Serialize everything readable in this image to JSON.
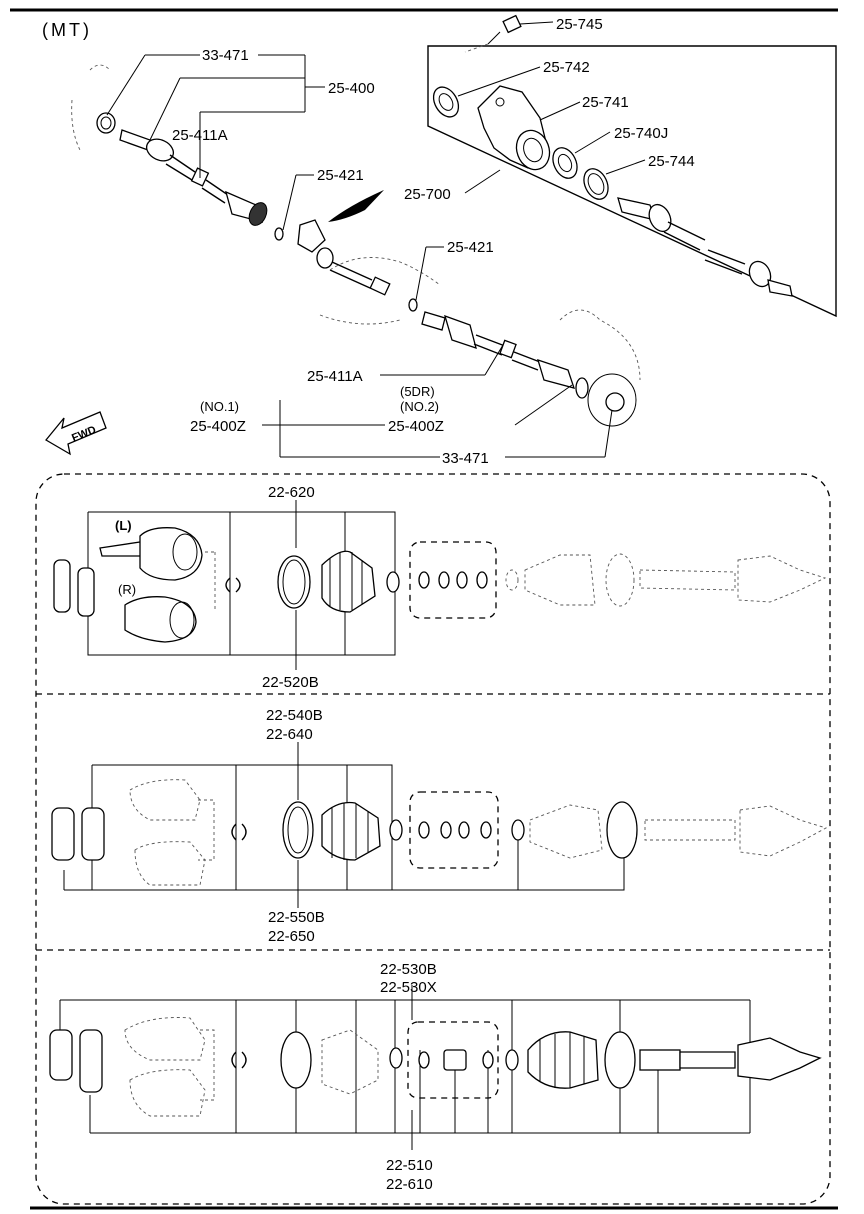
{
  "header": {
    "mt_label": "(MT)"
  },
  "fwd_label": "FWD",
  "callouts": {
    "p25_745": "25-745",
    "p33_471_top": "33-471",
    "p25_400": "25-400",
    "p25_742": "25-742",
    "p25_741": "25-741",
    "p25_411A_top": "25-411A",
    "p25_740J": "25-740J",
    "p25_421_a": "25-421",
    "p25_744": "25-744",
    "p25_700": "25-700",
    "p25_421_b": "25-421",
    "p25_411A_bottom": "25-411A",
    "dr5": "(5DR)",
    "no1": "(NO.1)",
    "no2": "(NO.2)",
    "p25_400Z_left": "25-400Z",
    "p25_400Z_right": "25-400Z",
    "p33_471_bottom": "33-471"
  },
  "panel1": {
    "top_label": "22-620",
    "bottom_label": "22-520B",
    "left_tag": "(L)",
    "right_tag": "(R)"
  },
  "panel2": {
    "top_label_1": "22-540B",
    "top_label_2": "22-640",
    "bottom_label_1": "22-550B",
    "bottom_label_2": "22-650"
  },
  "panel3": {
    "top_label_1": "22-530B",
    "top_label_2": "22-530X",
    "bottom_label_1": "22-510",
    "bottom_label_2": "22-610"
  }
}
